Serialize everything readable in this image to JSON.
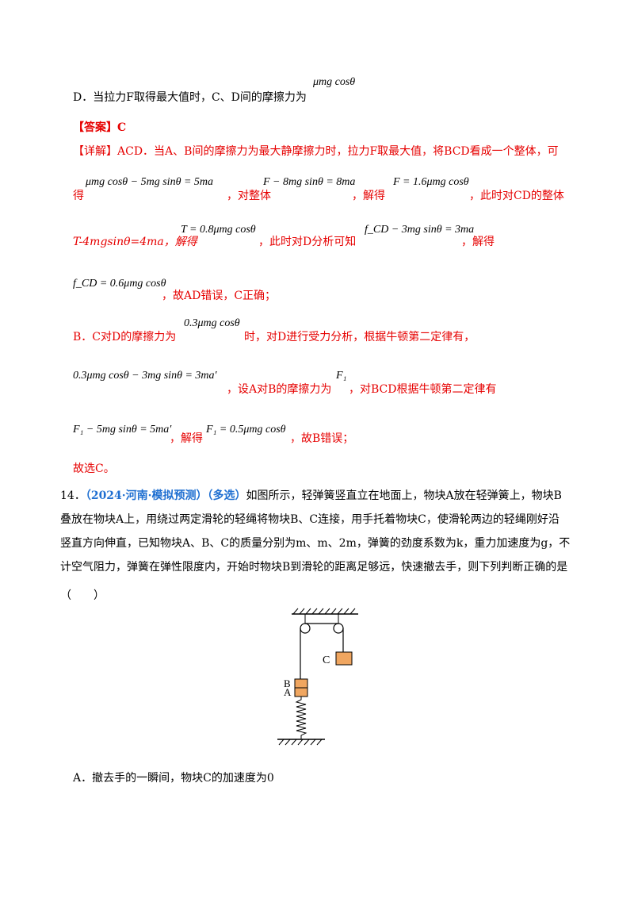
{
  "option_d": {
    "text": "D．当拉力F取得最大值时，C、D间的摩擦力为",
    "formula": "μmg cosθ"
  },
  "answer": {
    "text": "【答案】C"
  },
  "explanation": {
    "line1": "【详解】ACD．当A、B间的摩擦力为最大静摩擦力时，拉力F取最大值，将BCD看成一个整体，可",
    "line2_prefix": "得",
    "eq1": "μmg cosθ − 5mg sinθ = 5ma",
    "t1": "，对整体",
    "eq2": "F − 8mg sinθ = 8ma",
    "t2": "，解得",
    "eq3": "F = 1.6μmg cosθ",
    "t3": "，此时对CD的整体",
    "line3_prefix": "T-4mgsinθ=4ma，解得",
    "eq4": "T = 0.8μmg cosθ",
    "t4": "，此时对D分析可知",
    "eq5": "f_CD − 3mg sinθ = 3ma",
    "t5": "，解得",
    "eq6": "f_CD = 0.6μmg cosθ",
    "t6": "，故AD错误，C正确；",
    "line5_prefix": "B．C对D的摩擦力为",
    "eq7": "0.3μmg cosθ",
    "t7": "时，对D进行受力分析，根据牛顿第二定律有，",
    "eq8": "0.3μmg cosθ − 3mg sinθ = 3ma′",
    "t8": "，设A对B的摩擦力为",
    "eq9": "F₁",
    "t9": "，对BCD根据牛顿第二定律有",
    "eq10": "F₁ − 5mg sinθ = 5ma′",
    "t10": "，解得",
    "eq11": "F₁ = 0.5μmg cosθ",
    "t11": "，故B错误；",
    "conclusion": "故选C。"
  },
  "question14": {
    "number": "14．",
    "source": "（2024·河南·模拟预测）（多选）",
    "line1": "如图所示，轻弹簧竖直立在地面上，物块A放在轻弹簧上，物块B",
    "line2": "叠放在物块A上，用绕过两定滑轮的轻绳将物块B、C连接，用手托着物块C，使滑轮两边的轻绳刚好沿",
    "line3": "竖直方向伸直，已知物块A、B、C的质量分别为m、m、2m，弹簧的劲度系数为k，重力加速度为g，不",
    "line4": "计空气阻力，弹簧在弹性限度内，开始时物块B到滑轮的距离足够远，快速撤去手，则下列判断正确的是",
    "blank": "（　　）",
    "figure": {
      "label_c": "C",
      "label_b": "B",
      "label_a": "A"
    },
    "option_a": "A．撤去手的一瞬间，物块C的加速度为0"
  }
}
